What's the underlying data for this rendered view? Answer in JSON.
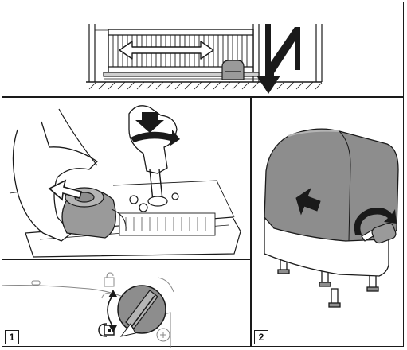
{
  "panels": [
    {
      "id": "top",
      "label": ""
    },
    {
      "id": "left",
      "label": "1"
    },
    {
      "id": "right",
      "label": "2"
    }
  ],
  "colors": {
    "line": "#1a1a1a",
    "cover_gray": "#8d8d8d",
    "cover_light": "#b5b5b5",
    "cylinder_gray": "#9a9a9a"
  },
  "icons": [
    "gate-icon",
    "sliding-arrow-icon",
    "lightning-arrow-icon",
    "push-arrow-icon",
    "rotate-arrow-icon",
    "key-icon",
    "lock-dial-icon",
    "unlock-icon",
    "lock-icon"
  ]
}
